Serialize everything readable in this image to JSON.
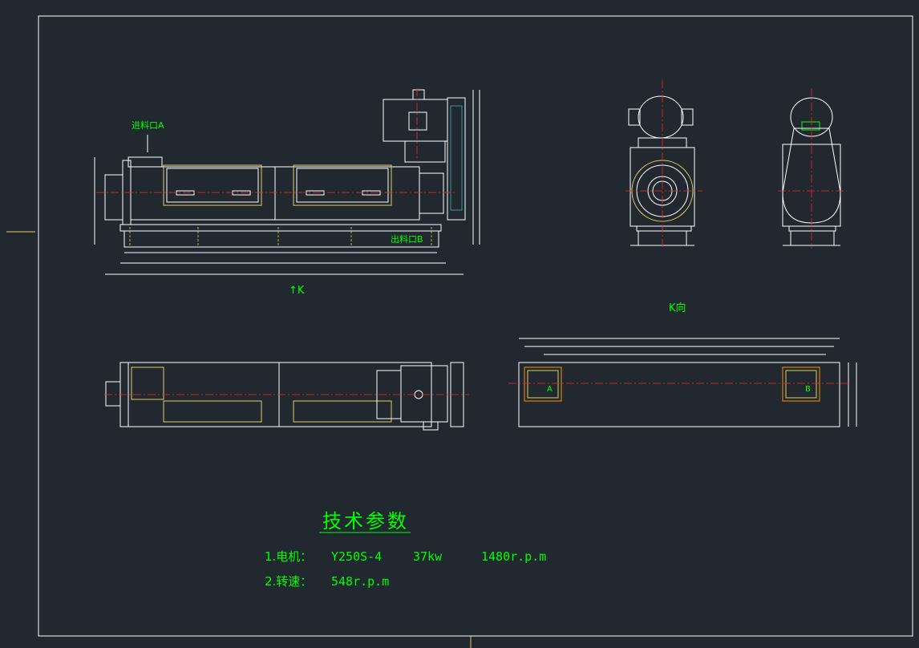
{
  "colors": {
    "background": "#212830",
    "outline": "#ffffff",
    "centerline": "#ff2020",
    "text": "#00ff00",
    "hidden": "#e0d060",
    "highlight": "#ff8c00"
  },
  "labels": {
    "inlet": "进料口A",
    "outlet": "出料口B",
    "k_arrow": "↑K",
    "k_view": "K向",
    "port_a": "A",
    "port_b": "B"
  },
  "tech": {
    "title": "技术参数",
    "line1": {
      "index": "1.电机：",
      "model": "Y250S-4",
      "power": "37kw",
      "speed": "1480r.p.m"
    },
    "line2": {
      "index": "2.转速：",
      "speed": "548r.p.m"
    }
  }
}
